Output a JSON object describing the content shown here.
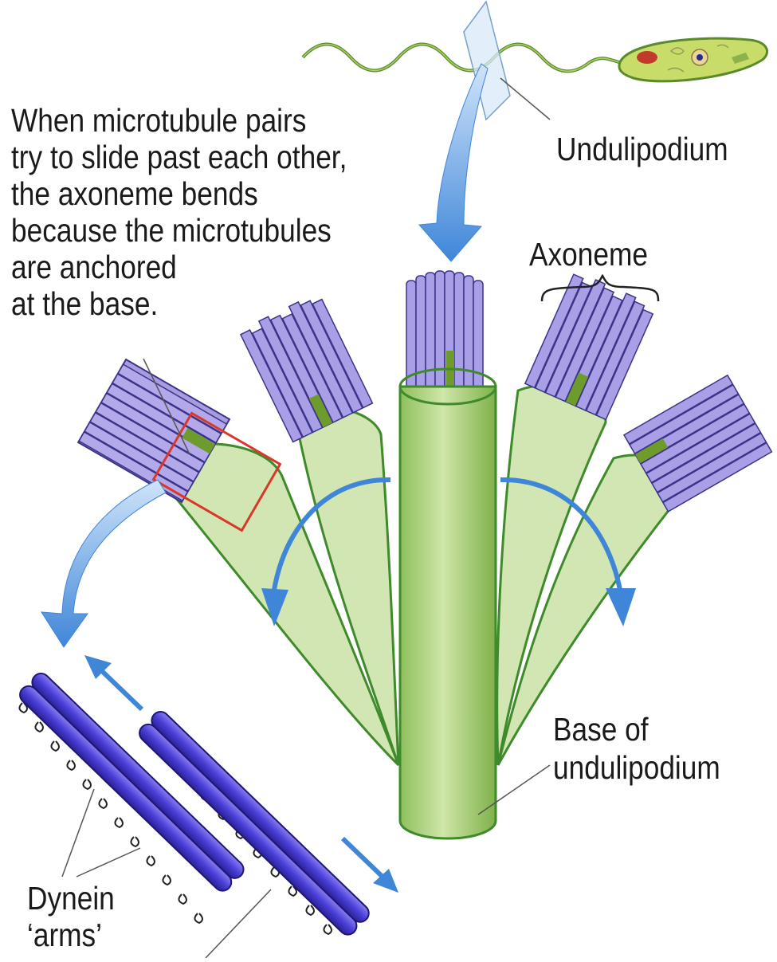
{
  "labels": {
    "explanation": [
      "When microtubule pairs",
      "try to slide past each other,",
      "the axoneme bends",
      "because the microtubules",
      "are anchored",
      "at the base."
    ],
    "undulipodium": "Undulipodium",
    "axoneme": "Axoneme",
    "base": [
      "Base of",
      "undulipodium"
    ],
    "dynein": [
      "Dynein",
      "‘arms’"
    ]
  },
  "colors": {
    "sheath": "#bfd99a",
    "sheath_stroke": "#3f8a2a",
    "microtubule": "#9a8fd6",
    "doublet": "#3a2fc4",
    "arrow": "#3f86d8",
    "highlight_box": "#d8382a",
    "cell_body": "#c8dc6a"
  }
}
